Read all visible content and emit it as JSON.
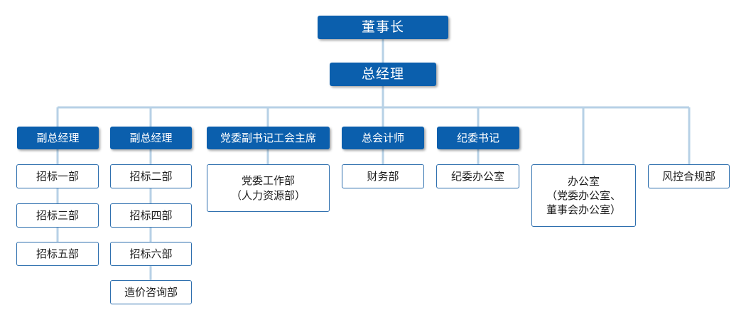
{
  "colors": {
    "box_fill": "#0b5fad",
    "box_text": "#ffffff",
    "outline_border": "#2e6fae",
    "connector": "#b7d1e6",
    "text": "#1e1e1e"
  },
  "chairman": "董事长",
  "general_manager": "总经理",
  "heads": {
    "deputy_gm_1": "副总经理",
    "deputy_gm_2": "副总经理",
    "party_deputy": "党委副书记工会主席",
    "chief_accountant": "总会计师",
    "discipline_secretary": "纪委书记"
  },
  "departments": {
    "bidding_1": "招标一部",
    "bidding_3": "招标三部",
    "bidding_5": "招标五部",
    "bidding_2": "招标二部",
    "bidding_4": "招标四部",
    "bidding_6": "招标六部",
    "cost_consulting": "造价咨询部",
    "party_work": "党委工作部\n（人力资源部）",
    "finance": "财务部",
    "discipline_office": "纪委办公室",
    "general_office": "办公室\n（党委办公室、\n董事会办公室）",
    "risk_compliance": "风控合规部"
  }
}
